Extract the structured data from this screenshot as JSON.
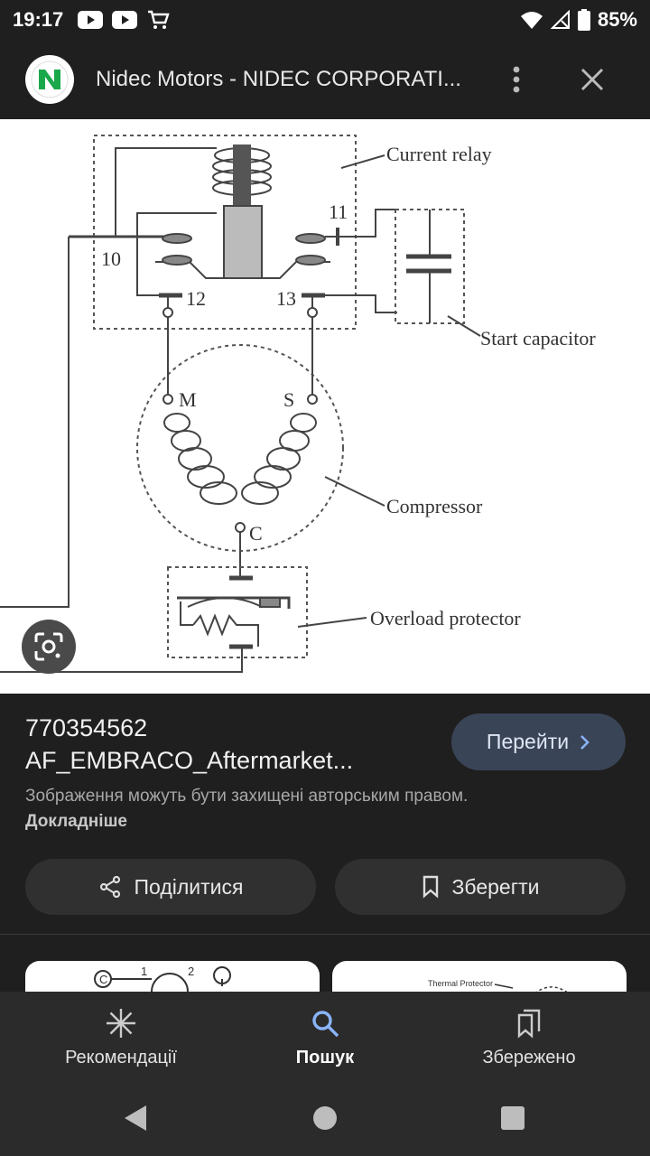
{
  "status": {
    "time": "19:17",
    "battery": "85%"
  },
  "header": {
    "title": "Nidec Motors - NIDEC CORPORATI..."
  },
  "diagram": {
    "label_current_relay": "Current relay",
    "label_start_capacitor": "Start capacitor",
    "label_compressor": "Compressor",
    "label_overload_protector": "Overload protector",
    "terminal_10": "10",
    "terminal_11": "11",
    "terminal_12": "12",
    "terminal_13": "13",
    "terminal_m": "M",
    "terminal_s": "S",
    "terminal_c": "C"
  },
  "info": {
    "title_line1": "770354562",
    "title_line2": "AF_EMBRACO_Aftermarket...",
    "go_label": "Перейти",
    "copyright": "Зображення можуть бути захищені авторським правом.",
    "more_link": "Докладніше"
  },
  "actions": {
    "share_label": "Поділитися",
    "save_label": "Зберегти"
  },
  "thumbs": {
    "thumb2_label": "Thermal Protector",
    "thumb1_c": "C",
    "thumb1_1": "1",
    "thumb1_2": "2"
  },
  "nav": {
    "items": [
      {
        "label": "Рекомендації"
      },
      {
        "label": "Пошук"
      },
      {
        "label": "Збережено"
      }
    ]
  },
  "colors": {
    "accent": "#8ab4f8",
    "background": "#1f1f1f",
    "go_button": "#394457"
  }
}
